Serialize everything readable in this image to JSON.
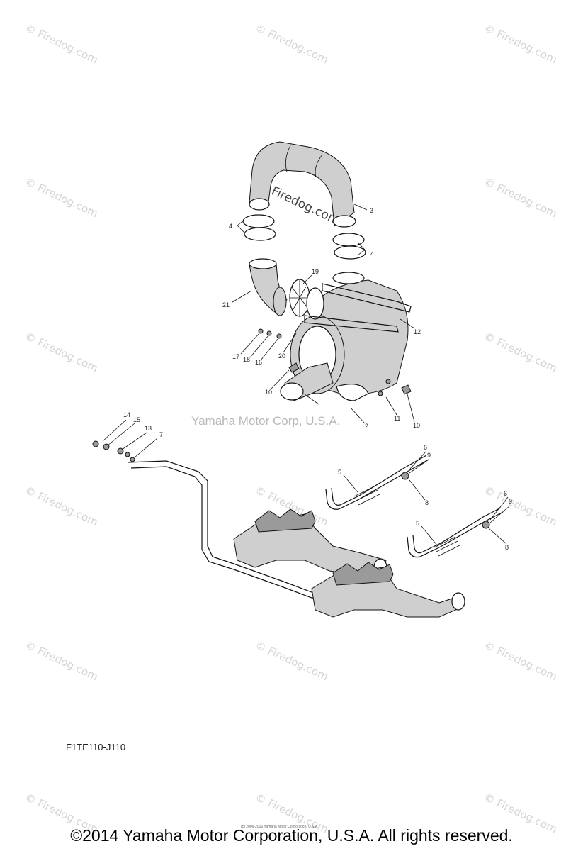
{
  "watermark": {
    "text": "Firedog.com",
    "color": "#d4d4d4"
  },
  "diagram": {
    "code": "F1TE110-J110",
    "center_credit": "Yamaha Motor Corp, U.S.A.",
    "tiny_credit": "(c) 2006-2016 Yamaha Motor Corporation, U.S.A."
  },
  "part_labels": [
    "2",
    "3",
    "4",
    "4",
    "5",
    "5",
    "6",
    "6",
    "7",
    "8",
    "8",
    "9",
    "9",
    "10",
    "10",
    "11",
    "12",
    "13",
    "14",
    "15",
    "16",
    "17",
    "18",
    "19",
    "20",
    "21"
  ],
  "copyright": "©2014 Yamaha Motor Corporation, U.S.A. All rights reserved."
}
